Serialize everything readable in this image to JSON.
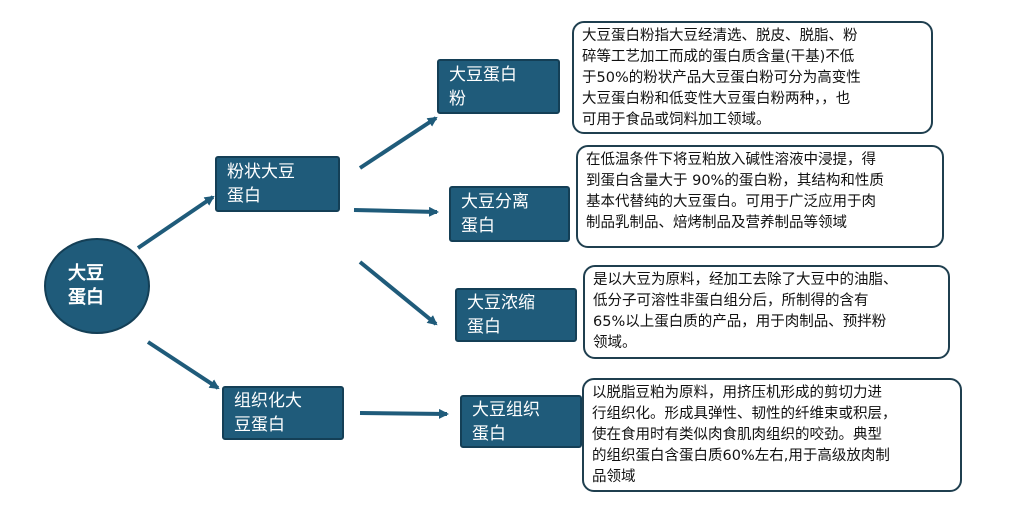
{
  "root": {
    "label": "大豆\n蛋白"
  },
  "level1": [
    {
      "label": "粉状大豆\n蛋白"
    },
    {
      "label": "组织化大\n豆蛋白"
    }
  ],
  "level2": [
    {
      "label": "大豆蛋白\n粉"
    },
    {
      "label": "大豆分离\n蛋白"
    },
    {
      "label": "大豆浓缩\n蛋白"
    },
    {
      "label": "大豆组织\n蛋白"
    }
  ],
  "descriptions": [
    {
      "text": "大豆蛋白粉指大豆经清选、脱皮、脱脂、粉\n碎等工艺加工而成的蛋白质含量(干基)不低\n于50%的粉状产品大豆蛋白粉可分为高变性\n大豆蛋白粉和低变性大豆蛋白粉两种，，也\n可用于食品或饲料加工领域。"
    },
    {
      "text": "在低温条件下将豆粕放入碱性溶液中浸提，得\n到蛋白含量大于 90%的蛋白粉，其结构和性质\n基本代替纯的大豆蛋白。可用于广泛应用于肉\n制品乳制品、焙烤制品及营养制品等领域"
    },
    {
      "text": "是以大豆为原料，经加工去除了大豆中的油脂、\n低分子可溶性非蛋白组分后，所制得的含有\n65%以上蛋白质的产品，用于肉制品、预拌粉\n领域。"
    },
    {
      "text": "以脱脂豆粕为原料，用挤压机形成的剪切力进\n行组织化。形成具弹性、韧性的纤维束或积层，\n使在食用时有类似肉食肌肉组织的咬劲。典型\n的组织蛋白含蛋白质60%左右,用于高级放肉制\n品领域"
    }
  ],
  "colors": {
    "node_fill": "#1f5b7a",
    "node_border": "#143f56",
    "arrow": "#1f5b7a",
    "desc_border": "#1f3f4f"
  }
}
